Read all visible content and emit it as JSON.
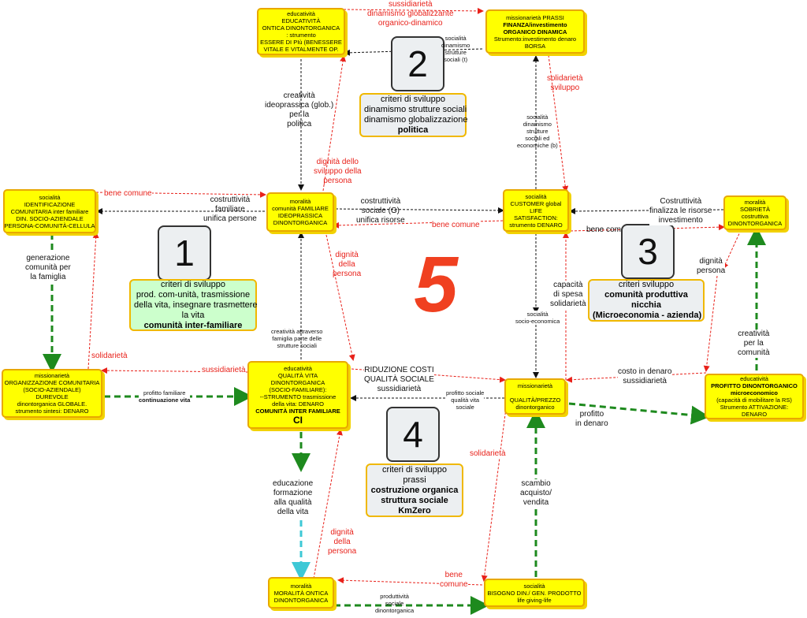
{
  "nodes": {
    "top_left": [
      "educatività",
      "EDUCATIVITÀ",
      "ONTICA DINONTORGANICA",
      ": strumento",
      "ESSERE DI PIù (BENESSERE",
      "VITALE E VITALMENTE OP."
    ],
    "top_right": [
      "missionarietà PRASSI",
      "FINANZA/investimento",
      "ORGANICO DINAMICA",
      "Strumento:investimento denaro",
      "BORSA"
    ],
    "mid_left": [
      "socialità",
      "IDENTIFICAZIONE",
      "COMUNITARIA inter familiare",
      "DIN. SOCIO-AZIENDALE",
      "PERSONA-COMUNITÀ-CELLULA"
    ],
    "mid_center": [
      "moralità",
      "comunità FAMILIARE",
      "IDEOPRASSICA",
      "DINONTORGANICA"
    ],
    "mid_right": [
      "socialità",
      "CUSTOMER  global",
      "LIFE",
      "SATISFACTION:",
      "strumento DENARO"
    ],
    "far_right": [
      "moralità",
      "SOBRIETÀ",
      "costruttiva",
      "DINONTORGANICA"
    ],
    "low_left": [
      "missionarietà",
      "ORGANIZZAZIONE COMUNITARIA",
      "(SOCIO-AZIENDALE)",
      "DUREVOLE",
      "dinontorganica GLOBALE.",
      "strumento sintesi: DENARO"
    ],
    "low_center": [
      "educatività",
      "QUALITÀ VITA",
      "DINONTORGANICA",
      "(SOCIO-FAMILIARE):",
      "--STRUMENTO trasmissione",
      "della vita: DENARO",
      "COMUNITÀ INTER FAMILIARE",
      "CI"
    ],
    "low_right": [
      "missionarietà",
      "",
      "QUALITÀ/PREZZO",
      "dinontorganico"
    ],
    "low_far_right": [
      "educatività",
      "PROFITTO DINONTORGANICO",
      "microeconomico",
      "(capacità di mobilitare la RS)",
      "Strumento ATTIVAZIONE:",
      "DENARO"
    ],
    "bottom_left": [
      "moralità",
      "MORALITÀ ONTICA",
      "DINONTORGANICA"
    ],
    "bottom_right": [
      "socialità",
      "BISOGNO DIN./ GEN. PRODOTTO",
      "life giving-life"
    ]
  },
  "badges": [
    "1",
    "2",
    "3",
    "4"
  ],
  "criteria": {
    "c1": [
      "criteri di sviluppo",
      "prod. com-unità, trasmissione",
      "della vita, insegnare trasmettere",
      "la vita",
      "comunità inter-familiare"
    ],
    "c2": [
      "criteri di sviluppo",
      "dinamismo strutture sociali",
      "dinamismo globalizzazione",
      "politica"
    ],
    "c3": [
      "criteri sviluppo",
      "comunità produttiva",
      "nicchia",
      "(Microeconomia - azienda)"
    ],
    "c4": [
      "criteri di sviluppo",
      "prassi",
      "costruzione organica",
      "struttura sociale",
      "KmZero"
    ]
  },
  "center_number": "5",
  "labels": {
    "sussidiarieta_top": [
      "sussidiarietà",
      "dinamismo globalizzante",
      "organico-dinamico"
    ],
    "socialita_dinamismo_top": [
      "socialità",
      "dinamismo",
      "strutture",
      "sociali (t)"
    ],
    "creativita_ideo": [
      "creatività",
      "ideoprassica (glob.)",
      "per la",
      "politica"
    ],
    "solidarieta_sviluppo": [
      "solidarietà",
      "sviluppo"
    ],
    "socialita_b": [
      "socialità",
      "dinamismo",
      "strutture",
      "sociali ed",
      "economiche (b)"
    ],
    "dignita_sviluppo": [
      "dignità dello",
      "sviluppo della",
      "persona"
    ],
    "bene_comune_1": [
      "bene comune"
    ],
    "costruttivita_familiare": [
      "costruttività",
      "familiare",
      "unifica persone"
    ],
    "costruttivita_sociale": [
      "costruttività",
      "sociale (G)",
      "unifica risorse"
    ],
    "bene_comune_2": [
      "bene comune"
    ],
    "costruttivita_finalizza": [
      "Costruttività",
      "finalizza le risorse",
      "investimento"
    ],
    "bene_comune_3": [
      "bene com"
    ],
    "generazione": [
      "generazione",
      "comunità per",
      "la famiglia"
    ],
    "dignita_persona_1": [
      "dignità",
      "della",
      "persona"
    ],
    "dignita_persona_3": [
      "dignità",
      "persona"
    ],
    "capacita_spesa": [
      "capacità",
      "di spesa",
      "solidarietà"
    ],
    "socialita_socioeco": [
      "socialità",
      "socio-economica"
    ],
    "creativita_attraverso": [
      "creatività attraverso",
      "famiglia parte delle",
      "strutture sociali"
    ],
    "solidarieta_left": [
      "solidarietà"
    ],
    "sussidiarieta_mid": [
      "sussidiarietà"
    ],
    "riduzione": [
      "RIDUZIONE COSTI",
      "QUALITÀ SOCIALE",
      "sussidiarietà"
    ],
    "costo_denaro": [
      "costo in denaro",
      "sussidiarietà"
    ],
    "creativita_comunita": [
      "creatività",
      "per la",
      "comunità"
    ],
    "profitto_familiare": [
      "profitto familiare",
      "continuazione vita"
    ],
    "profitto_sociale": [
      "profitto sociale",
      "qualità vita",
      "sociale"
    ],
    "profitto_denaro": [
      "profitto",
      "in denaro"
    ],
    "solidarieta_low": [
      "solidarietà"
    ],
    "educazione": [
      "educazione",
      "formazione",
      "alla qualità",
      "della vita"
    ],
    "dignita_persona_2": [
      "dignità",
      "della",
      "persona"
    ],
    "scambio": [
      "scambio",
      "acquisto/",
      "vendita"
    ],
    "bene_comune_4": [
      "bene",
      "comune"
    ],
    "produttivita": [
      "produttività",
      "sociale",
      "dinontorganica"
    ]
  },
  "colors": {
    "node_fill": "#ffff00",
    "node_border": "#e8a800",
    "red": "#e8211a",
    "green": "#1e8a1e",
    "cyan": "#3ec8d6",
    "black": "#111111",
    "five": "#f04020"
  }
}
